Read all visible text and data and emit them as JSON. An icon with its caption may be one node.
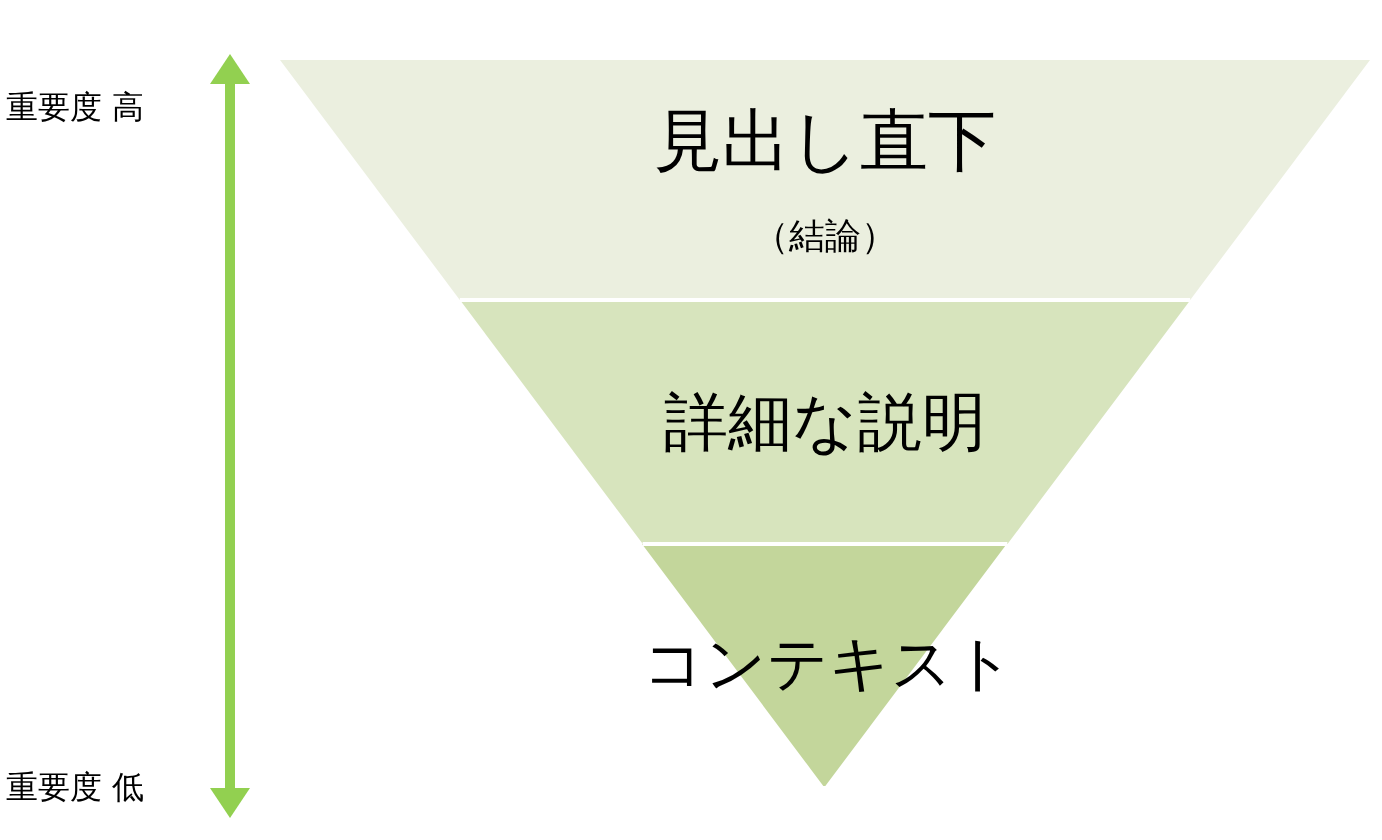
{
  "diagram": {
    "nodes": [
      {
        "text": [
          "見出し直下",
          "（結論）"
        ]
      },
      {
        "text": [
          "詳細な説明"
        ]
      },
      {
        "text": [
          "コンテキスト"
        ]
      }
    ],
    "labels": [
      "重要度 高",
      "重要度 低"
    ]
  }
}
